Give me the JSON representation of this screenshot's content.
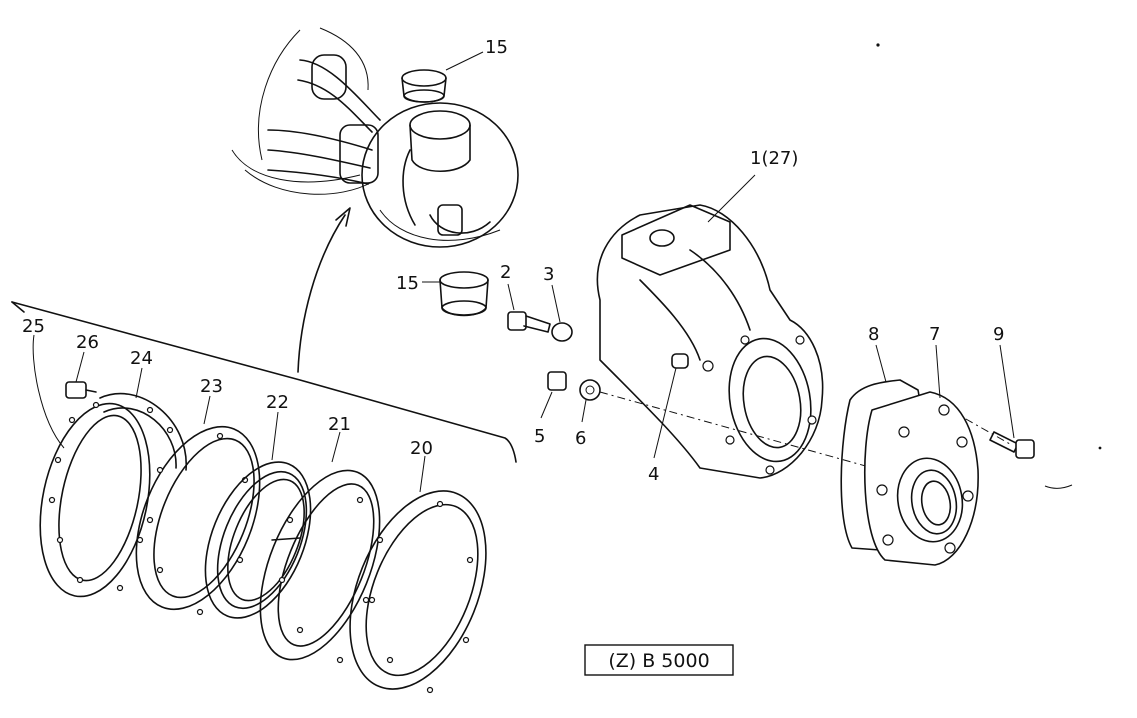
{
  "labels": {
    "p1": "1(27)",
    "p2": "2",
    "p3": "3",
    "p4": "4",
    "p5": "5",
    "p6": "6",
    "p7": "7",
    "p8": "8",
    "p9": "9",
    "p15a": "15",
    "p15b": "15",
    "p20": "20",
    "p21": "21",
    "p22": "22",
    "p23": "23",
    "p24": "24",
    "p25": "25",
    "p26": "26"
  },
  "figure_code": "(Z) B 5000",
  "colors": {
    "ink": "#111111",
    "paper": "#ffffff"
  }
}
